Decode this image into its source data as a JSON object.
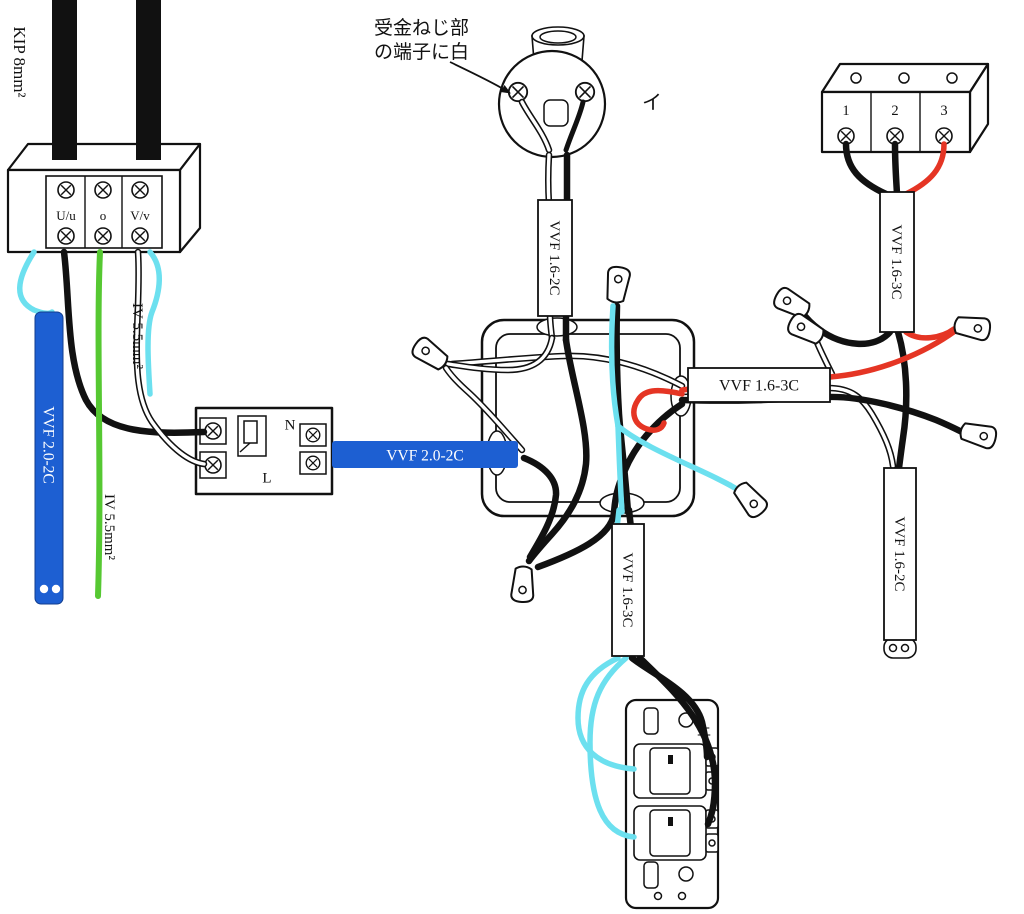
{
  "diagram": {
    "source": {
      "cable_label": "KIP 8mm²",
      "terminals": [
        "U/u",
        "o",
        "V/v"
      ],
      "iv_wire_label_right": "IV 5.5mm²",
      "iv_wire_label_bottom": "IV 5.5mm²",
      "vvf_cable_label": "VVF 2.0-2C"
    },
    "breaker": {
      "neutral_label": "N",
      "line_label": "L"
    },
    "cables": {
      "breaker_to_box": "VVF 2.0-2C",
      "lamp_drop": "VVF 1.6-2C",
      "box_to_right_h": "VVF 1.6-3C",
      "right_block_drop": "VVF 1.6-3C",
      "right_outlet_drop": "VVF 1.6-2C",
      "switch_drop": "VVF 1.6-3C"
    },
    "lamp": {
      "note_line1": "受金ねじ部",
      "note_line2": "の端子に白",
      "circuit_mark": "イ"
    },
    "right_block": {
      "terminals": [
        "1",
        "2",
        "3"
      ]
    },
    "switch": {
      "orientation_mark": "上"
    },
    "colors": {
      "wire_black": "#111111",
      "wire_white": "#ffffff",
      "wire_red": "#e53524",
      "wire_cyan": "#6ce0ef",
      "wire_green": "#56c832",
      "sheath_blue": "#1d5fd2"
    }
  }
}
